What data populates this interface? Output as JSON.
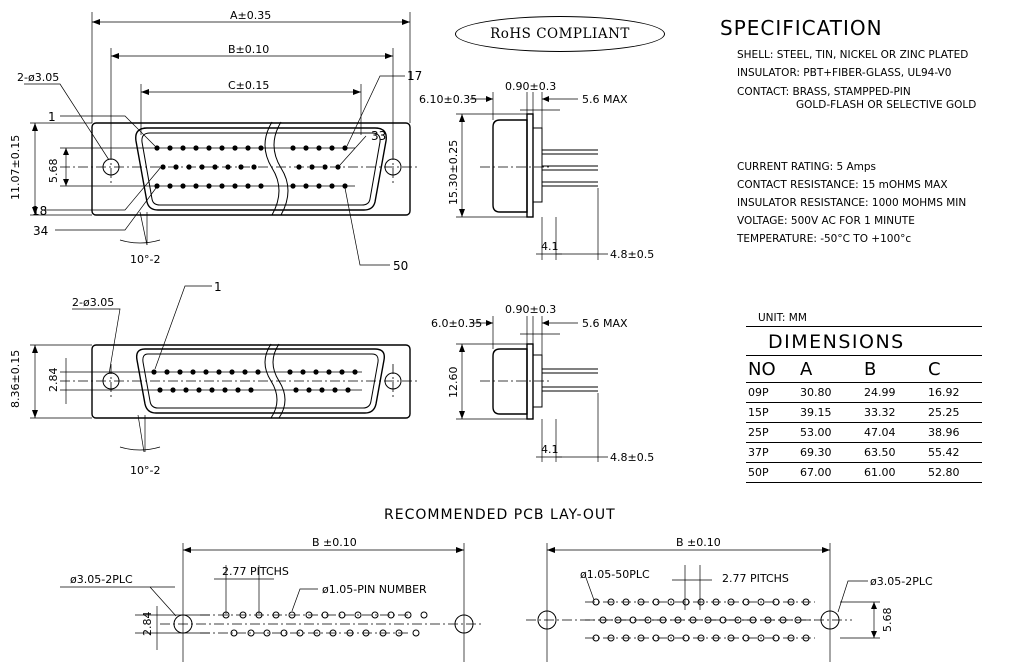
{
  "rohs": "RoHS COMPLIANT",
  "spec": {
    "title": "SPECIFICATION",
    "shell": "SHELL: STEEL, TIN, NICKEL OR ZINC PLATED",
    "insulator": "INSULATOR: PBT+FIBER-GLASS, UL94-V0",
    "contact_1": "CONTACT: BRASS, STAMPPED-PIN",
    "contact_2": "GOLD-FLASH OR SELECTIVE GOLD",
    "current": "CURRENT RATING: 5 Amps",
    "contact_res": "CONTACT RESISTANCE: 15 mOHMS MAX",
    "insulator_res": "INSULATOR RESISTANCE: 1000 MOHMS MIN",
    "voltage": "VOLTAGE: 500V AC FOR 1 MINUTE",
    "temperature": "TEMPERATURE: -50°C TO +100°c"
  },
  "dimensions": {
    "unit": "UNIT: MM",
    "title": "DIMENSIONS",
    "headers": [
      "NO",
      "A",
      "B",
      "C"
    ],
    "rows": [
      [
        "09P",
        "30.80",
        "24.99",
        "16.92"
      ],
      [
        "15P",
        "39.15",
        "33.32",
        "25.25"
      ],
      [
        "25P",
        "53.00",
        "47.04",
        "38.96"
      ],
      [
        "37P",
        "69.30",
        "63.50",
        "55.42"
      ],
      [
        "50P",
        "67.00",
        "61.00",
        "52.80"
      ]
    ]
  },
  "top_view": {
    "dim_a": "A±0.35",
    "dim_b": "B±0.10",
    "dim_c": "C±0.15",
    "hole": "2-ø3.05",
    "height": "11.07±0.15",
    "row_pitch": "5.68",
    "angle": "10°-2",
    "pin_1": "1",
    "pin_17": "17",
    "pin_18": "18",
    "pin_33": "33",
    "pin_34": "34",
    "pin_50": "50"
  },
  "top_side": {
    "depth": "6.10±0.35",
    "flange": "0.90±0.3",
    "max": "5.6 MAX",
    "height": "15.30±0.25",
    "d41": "4.1",
    "d48": "4.8±0.5"
  },
  "bottom_view": {
    "hole": "2-ø3.05",
    "height": "8.36±0.15",
    "row_pitch": "2.84",
    "angle": "10°-2",
    "pin_1": "1"
  },
  "bottom_side": {
    "depth": "6.0±0.35",
    "flange": "0.90±0.3",
    "max": "5.6 MAX",
    "height": "12.60",
    "d41": "4.1",
    "d48": "4.8±0.5"
  },
  "pcb": {
    "title": "RECOMMENDED PCB LAY-OUT",
    "left_b": "B ±0.10",
    "left_hole": "ø3.05-2PLC",
    "left_pitch": "2.77  PITCHS",
    "left_pin": "ø1.05-PIN  NUMBER",
    "left_row": "2.84",
    "right_b": "B ±0.10",
    "right_pin": "ø1.05-50PLC",
    "right_pitch": "2.77  PITCHS",
    "right_hole": "ø3.05-2PLC",
    "right_row": "5.68"
  }
}
